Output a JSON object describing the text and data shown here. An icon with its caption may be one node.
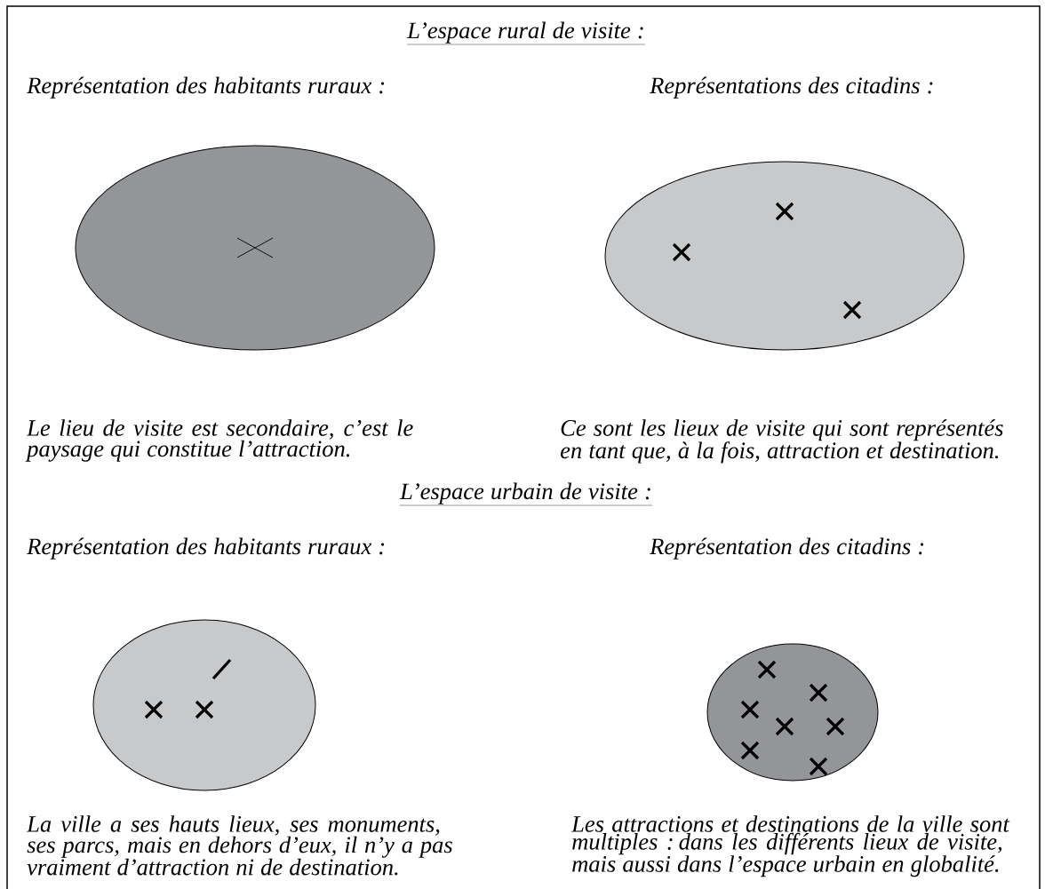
{
  "diagram": {
    "labels": [
      "L’espace rural de visite :",
      "Représentation des habitants ruraux :",
      "Représentations des citadins :",
      "Le lieu de visite est secondaire, c’est le paysage qui constitue l’attraction.",
      "Ce sont les lieux de visite qui sont représentés en tant que, à la fois, attraction et destination.",
      "L’espace urbain de visite :",
      "Représentation des habitants ruraux :",
      "Représentation des citadins :",
      "La ville a ses hauts lieux, ses monuments, ses parcs, mais en dehors d’eux, il n’y a pas vraiment d’attraction ni de destination.",
      "Les attractions et destinations de la ville sont multiples : dans les différents lieux de visite, mais aussi dans l’espace urbain en globalité."
    ]
  }
}
